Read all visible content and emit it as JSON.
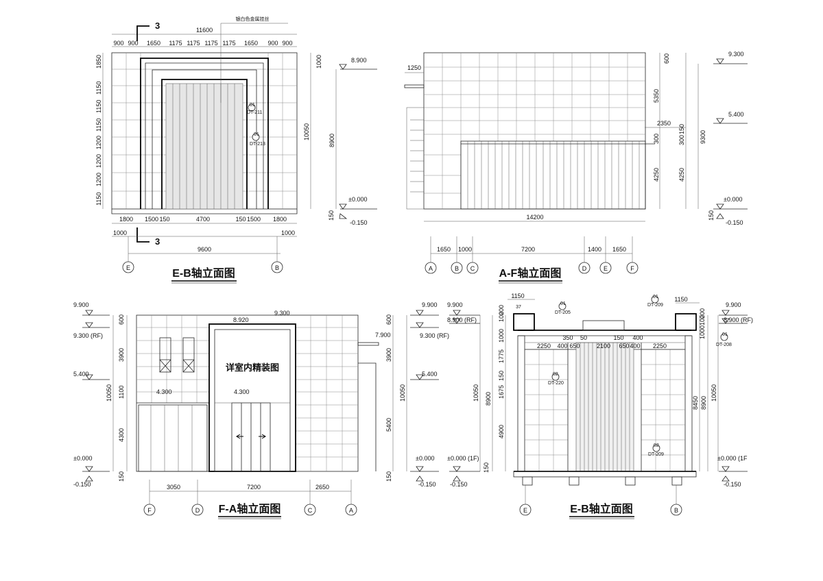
{
  "views": {
    "eb_top": {
      "title": "E-B轴立面图",
      "note": "银白色金属挂丝",
      "section": "3",
      "top_total": "11600",
      "top_dims": [
        "900",
        "900",
        "1650",
        "1175",
        "1175",
        "1175",
        "1175",
        "1650",
        "900",
        "900"
      ],
      "left_dims": [
        "1850",
        "1150",
        "1150",
        "1150",
        "1200",
        "1200",
        "1200",
        "1150"
      ],
      "right_dims": [
        "1000",
        "8900",
        "10050"
      ],
      "bottom_dims": [
        "1800",
        "1500",
        "150",
        "4700",
        "150",
        "1500",
        "1800"
      ],
      "bottom_sub": [
        "1000",
        "1000"
      ],
      "bottom_total": "9600",
      "elev_top": "8.900",
      "elev_zero": "±0.000",
      "elev_neg": "-0.150",
      "h150": "150",
      "tag_a": [
        "01",
        "DT-211"
      ],
      "tag_b": [
        "01",
        "DT-213"
      ],
      "axes": [
        "E",
        "B"
      ]
    },
    "af": {
      "title": "A-F轴立面图",
      "left_dim": "1250",
      "right_dims": [
        "600",
        "5350",
        "150",
        "300",
        "300",
        "4250",
        "4250",
        "9300"
      ],
      "mid_dim": "2350",
      "width_total": "14200",
      "bottom_dims": [
        "1650",
        "1000",
        "7200",
        "1400",
        "1650"
      ],
      "elev_top": "9.300",
      "elev_mid": "5.400",
      "elev_zero": "±0.000",
      "elev_neg": "-0.150",
      "h150": "150",
      "axes": [
        "A",
        "B",
        "C",
        "D",
        "E",
        "F"
      ]
    },
    "fa": {
      "title": "F-A轴立面图",
      "detail_text": "详室内精装图",
      "left_dims": [
        "600",
        "3900",
        "1100",
        "4300",
        "10050",
        "150"
      ],
      "right_dims": [
        "600",
        "3900",
        "5400",
        "10050",
        "150"
      ],
      "elev_top": "9.900",
      "elev_rf": "9.300 (RF)",
      "elev_mid": "5.400",
      "elev_zero": "±0.000",
      "elev_neg": "-0.150",
      "elev_r_top": "9.900",
      "elev_r_rf": "9.300 (RF)",
      "elev_r_mid": "5.400",
      "elev_r_zero": "±0.000",
      "elev_r_neg": "-0.150",
      "inner_8920": "8.920",
      "inner_9300": "9.300",
      "inner_7900": "7.900",
      "inner_4300a": "4.300",
      "inner_4300b": "4.300",
      "bottom_dims": [
        "3050",
        "7200",
        "2650"
      ],
      "axes": [
        "F",
        "D",
        "C",
        "A"
      ]
    },
    "eb_bottom": {
      "title": "E-B轴立面图",
      "top_dims": [
        "1150",
        "1150"
      ],
      "dim_37": "37",
      "inner_dims": [
        "2250",
        "400",
        "650",
        "2100",
        "650",
        "400",
        "2250"
      ],
      "inner_top": [
        "350",
        "50",
        "150",
        "400"
      ],
      "left_dims": [
        "100",
        "200",
        "1000",
        "1775",
        "150",
        "1675",
        "8900",
        "4900",
        "10050",
        "150"
      ],
      "right_dims": [
        "100",
        "200",
        "1000",
        "8450",
        "8900",
        "10050"
      ],
      "elev_top": "9.900",
      "elev_rf": "8.900 (RF)",
      "elev_zero": "±0.000 (1F)",
      "elev_neg": "-0.150",
      "elev_r_top": "9.900",
      "elev_r_rf": "8.900 (RF)",
      "elev_r_zero": "±0.000 (1F",
      "elev_r_neg": "-0.150",
      "tag_a": [
        "01",
        "DT-205"
      ],
      "tag_b": [
        "01",
        "DT-209"
      ],
      "tag_c": [
        "02",
        "DT-220"
      ],
      "tag_d": [
        "02",
        "DT-209"
      ],
      "tag_e": [
        "01",
        "DT-208"
      ],
      "axes": [
        "E",
        "B"
      ]
    }
  }
}
